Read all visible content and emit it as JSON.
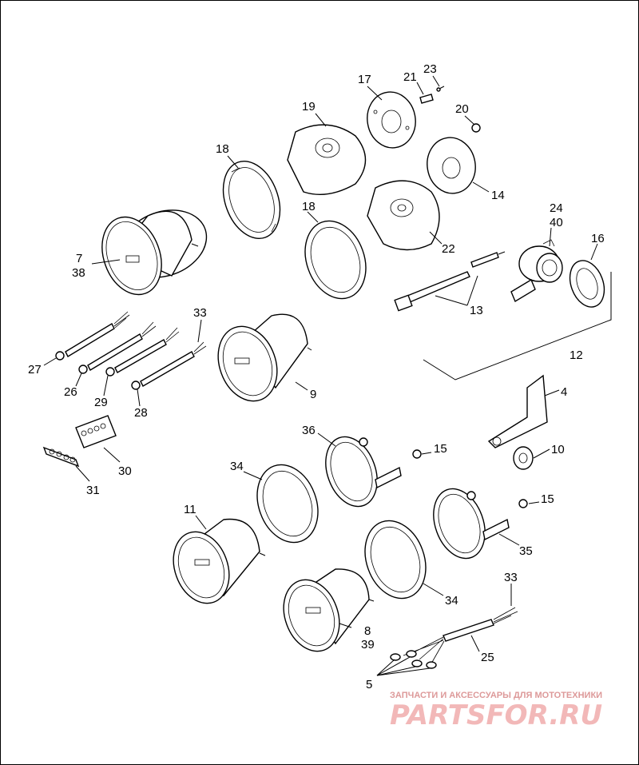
{
  "labels": {
    "l7": "7",
    "l38": "38",
    "l17": "17",
    "l19": "19",
    "l21": "21",
    "l23": "23",
    "l20": "20",
    "l18a": "18",
    "l18b": "18",
    "l14": "14",
    "l24": "24",
    "l40": "40",
    "l16": "16",
    "l22": "22",
    "l13": "13",
    "l12": "12",
    "l33a": "33",
    "l27": "27",
    "l26": "26",
    "l29": "29",
    "l28": "28",
    "l9": "9",
    "l4": "4",
    "l36": "36",
    "l15a": "15",
    "l10": "10",
    "l30": "30",
    "l31": "31",
    "l34a": "34",
    "l11": "11",
    "l15b": "15",
    "l35": "35",
    "l34b": "34",
    "l8": "8",
    "l39": "39",
    "l33b": "33",
    "l25": "25",
    "l5": "5"
  },
  "watermark": {
    "tagline": "ЗАПЧАСТИ И АКСЕССУАРЫ ДЛЯ МОТОТЕХНИКИ",
    "logo": "PARTSFOR.RU"
  },
  "colors": {
    "line": "#000000",
    "background": "#ffffff",
    "watermark": "#f2b8b8"
  }
}
